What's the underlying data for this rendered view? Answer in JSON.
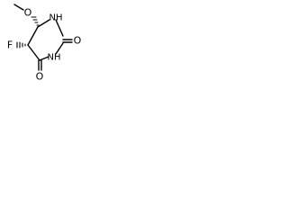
{
  "structure": {
    "atoms": {
      "methoxy_o": "O",
      "fluorine": "F",
      "n1": "NH",
      "n3": "NH",
      "o2": "O",
      "o4": "O"
    },
    "stereo": {
      "methoxy_bond": "hashed-wedge",
      "fluoro_bond": "hashed-wedge"
    }
  }
}
